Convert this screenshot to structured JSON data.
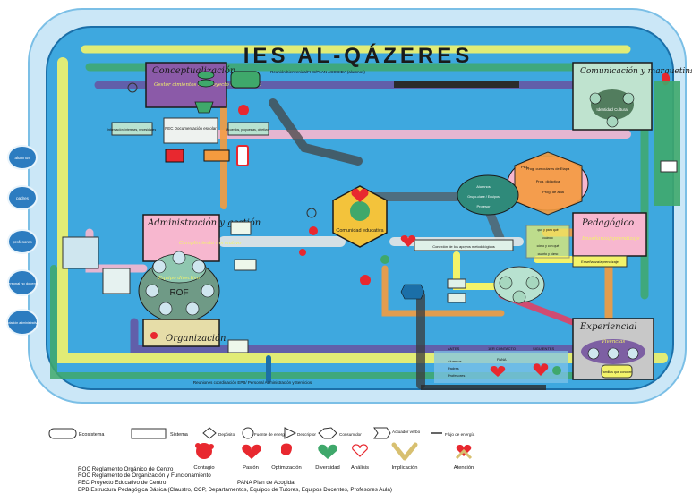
{
  "title": "IES AL-QÁZERES",
  "top_band_label": "Reunión bienvenida/FHS/PLAN ACOGIDA (alumnos)",
  "bottom_band_label": "Reuniones coordinación EPB/ Personal Administración y Servicios",
  "left_nodes": [
    "alumnos",
    "padres",
    "profesores",
    "personal no docente",
    "dotación administrativa"
  ],
  "subsystems": {
    "conceptualizacion": {
      "title": "Conceptualización",
      "subtitle": "Gestor cimientos del proyecto de identidad",
      "pec": "PEC Documentación escolar",
      "item1": "Información, intereses, necesidades",
      "item2": "Acuerdos, propuestas, objetivos"
    },
    "comunicacion": {
      "title": "Comunicación y marquetins",
      "subtitle": "Identidad Cultural"
    },
    "administracion": {
      "title": "Administración y gestión",
      "subtitle": "Cumplimiento normativo",
      "rof": "ROF",
      "equipo": "Equipo directivo"
    },
    "organizacion": {
      "title": "Organización"
    },
    "pedagogico": {
      "title": "Pedagógico",
      "subtitle": "Enseñanza/aprendizaje",
      "pcc": "PEC",
      "prog1": "Prog. curriculares de Etapa",
      "prog2": "Prog. didáctica",
      "prog3": "Prog. de aula",
      "alumnos": "Alumnos",
      "grupo": "Grupo-clase / Equipos",
      "profesor": "Profesor",
      "ensenanza": "Enseñanza/aprendizaje",
      "conexion": "Conexión de los apoyos metodológicos",
      "ajustes": [
        "qué y para qué",
        "cuándo",
        "cómo y con qué",
        "cuánto y cómo"
      ]
    },
    "experiencial": {
      "title": "Experiencial",
      "subtitle": "Vivencias",
      "cols": [
        "ANTES",
        "1ER CONTACTO",
        "SIGUIENTES"
      ],
      "pana": "PANA",
      "people": [
        "Alumnos",
        "Padres",
        "Profesores"
      ],
      "familias": "Familias que conocen"
    }
  },
  "center": {
    "label": "Comunidad educativa"
  },
  "legend": {
    "row1": [
      "Ecosistema",
      "Sistema",
      "Depósito",
      "Fuente de energía",
      "Descriptor",
      "Consumidor",
      "Actuador verbo",
      "Flujo de energía"
    ],
    "row2": [
      "Contagio",
      "Pasión",
      "Optimización",
      "Diversidad",
      "Análisis",
      "Implicación",
      "Atención"
    ]
  },
  "abbreviations": [
    "ROC Reglamento Orgánico de Centro",
    "ROC Reglamento de Organización y Funcionamiento",
    "PEC Proyecto Educativo de Centro",
    "EPB Estructura Pedagógica Básica (Claustro, CCP, Departamentos, Equipos de Tutores, Equipos Docentes, Profesores Aula)"
  ],
  "pana": "PANA Plan de Acogida",
  "colors": {
    "ecosystem": "#bfe3f7",
    "system": "#3fa9e0",
    "green": "#3fa86b",
    "yellow": "#f3f36a",
    "purple": "#6a4c9c",
    "pink": "#f7b7cf",
    "orange": "#f49b3f",
    "red": "#e8282f"
  }
}
